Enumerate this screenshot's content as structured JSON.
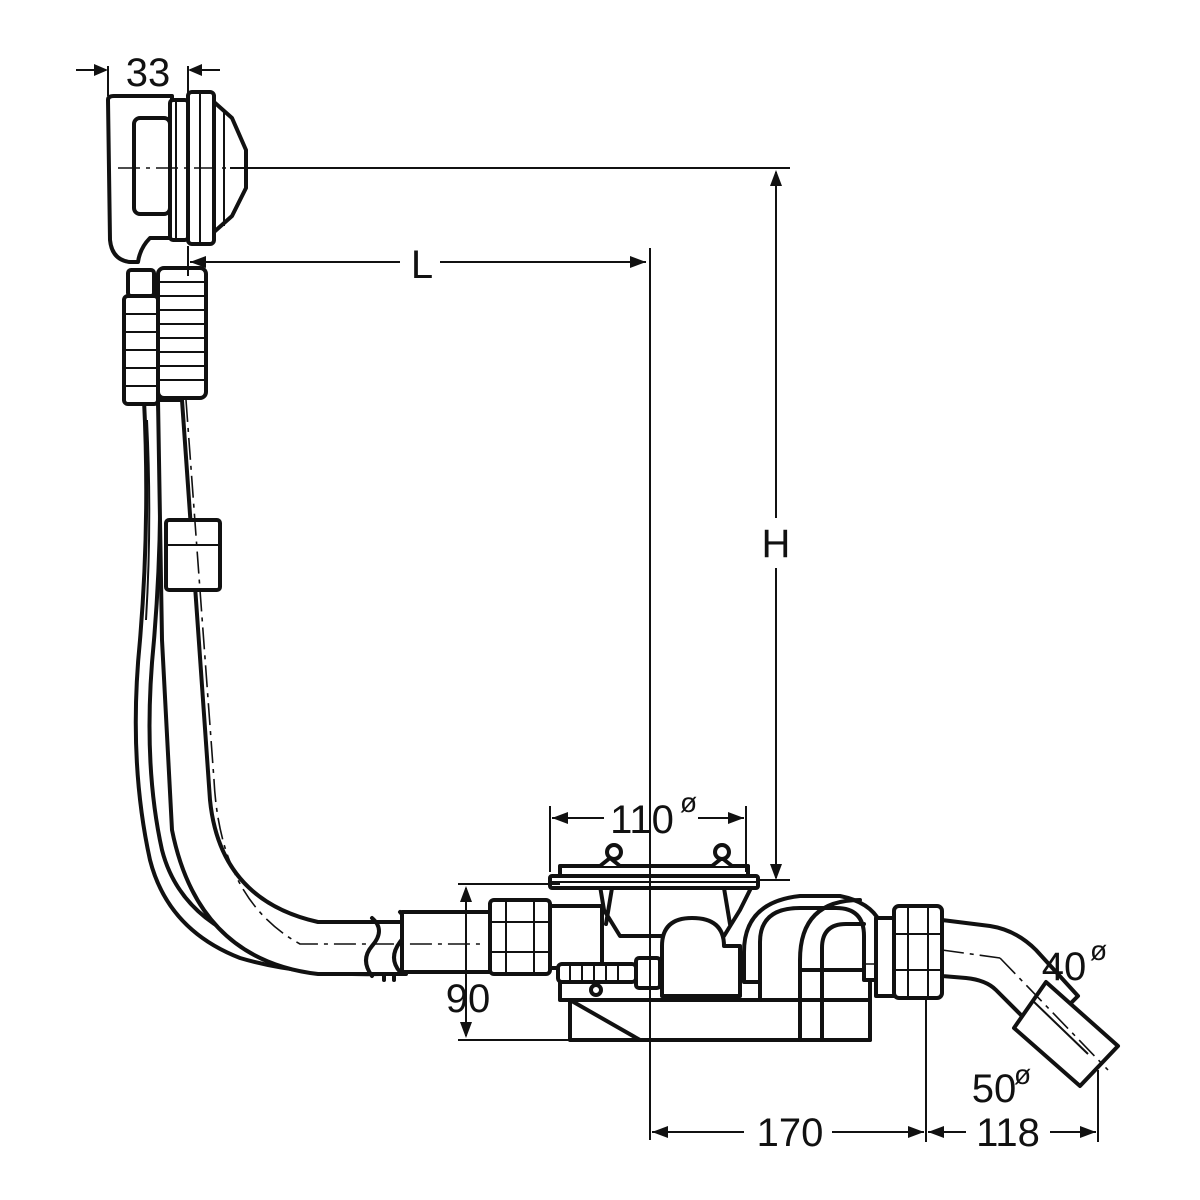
{
  "dimensions": {
    "overflow_width": "33",
    "length": "L",
    "height": "H",
    "waste_diameter": "110",
    "outlet_inner_diameter": "40",
    "outlet_outer_diameter": "50",
    "trap_height": "90",
    "offset_to_trap": "170",
    "outlet_reach": "118",
    "diameter_symbol": "ø"
  }
}
